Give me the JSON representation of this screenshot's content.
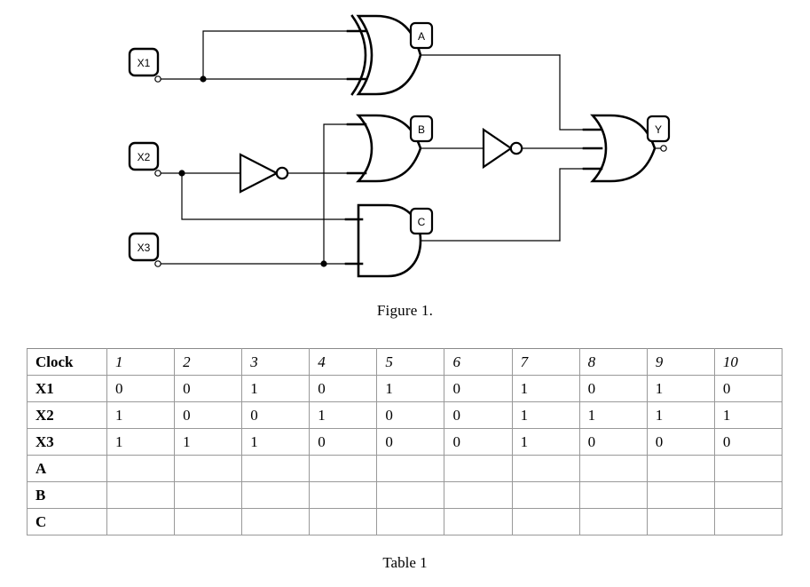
{
  "figure": {
    "caption": "Figure 1.",
    "inputs": [
      {
        "name": "X1",
        "label": "X1"
      },
      {
        "name": "X2",
        "label": "X2"
      },
      {
        "name": "X3",
        "label": "X3"
      }
    ],
    "nodes": [
      {
        "name": "A",
        "label": "A",
        "gate": "xor"
      },
      {
        "name": "B",
        "label": "B",
        "gate": "or"
      },
      {
        "name": "C",
        "label": "C",
        "gate": "and"
      },
      {
        "name": "Y",
        "label": "Y",
        "gate": "or"
      }
    ],
    "gates": {
      "xor_label": "A",
      "or_label": "B",
      "and_label": "C",
      "out_label": "Y"
    },
    "colors": {
      "wire": "#000000",
      "gate_outline": "#000000",
      "background": "#ffffff"
    }
  },
  "table": {
    "caption": "Table 1",
    "header": {
      "label": "Clock",
      "columns": [
        "1",
        "2",
        "3",
        "4",
        "5",
        "6",
        "7",
        "8",
        "9",
        "10"
      ]
    },
    "rows": [
      {
        "label": "X1",
        "values": [
          "0",
          "0",
          "1",
          "0",
          "1",
          "0",
          "1",
          "0",
          "1",
          "0"
        ]
      },
      {
        "label": "X2",
        "values": [
          "1",
          "0",
          "0",
          "1",
          "0",
          "0",
          "1",
          "1",
          "1",
          "1"
        ]
      },
      {
        "label": "X3",
        "values": [
          "1",
          "1",
          "1",
          "0",
          "0",
          "0",
          "1",
          "0",
          "0",
          "0"
        ]
      },
      {
        "label": "A",
        "values": [
          "",
          "",
          "",
          "",
          "",
          "",
          "",
          "",
          "",
          ""
        ]
      },
      {
        "label": "B",
        "values": [
          "",
          "",
          "",
          "",
          "",
          "",
          "",
          "",
          "",
          ""
        ]
      },
      {
        "label": "C",
        "values": [
          "",
          "",
          "",
          "",
          "",
          "",
          "",
          "",
          "",
          ""
        ]
      }
    ]
  }
}
